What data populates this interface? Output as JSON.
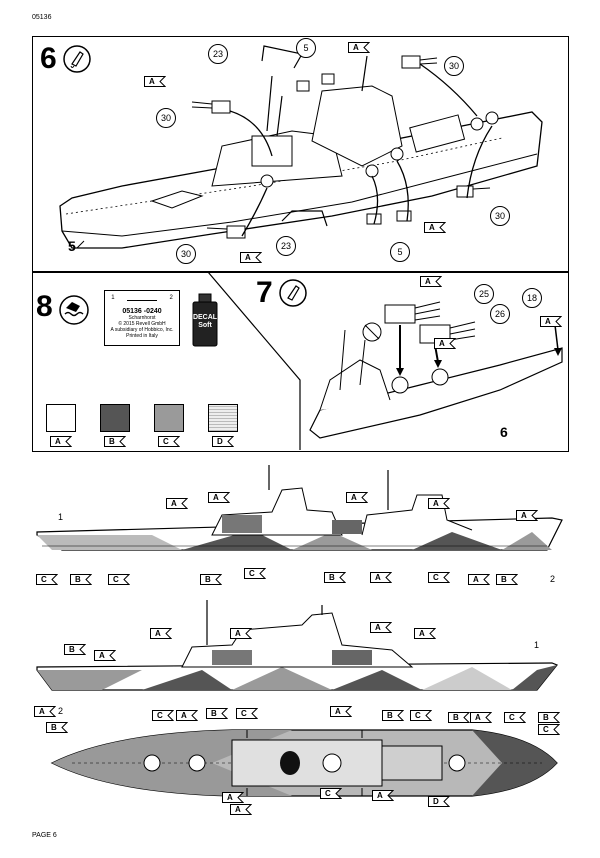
{
  "header": {
    "code": "05136"
  },
  "footer": {
    "page": "PAGE 6"
  },
  "colors": {
    "A": "#ffffff",
    "B": "#555555",
    "C": "#9a9a9a",
    "D": "#d0d0d0",
    "line": "#000000"
  },
  "step6": {
    "number": "6",
    "icon": "glue-icon",
    "hull_part": "5",
    "callouts": [
      "23",
      "5",
      "30",
      "30",
      "30",
      "30",
      "23",
      "5"
    ],
    "flags": [
      "A",
      "A",
      "A",
      "A"
    ]
  },
  "step7": {
    "number": "7",
    "icon": "glue-icon",
    "hull_part": "6",
    "callouts": [
      "25",
      "26",
      "18"
    ],
    "flags": [
      "A",
      "A",
      "A"
    ]
  },
  "step8": {
    "number": "8",
    "icon": "decal-water-icon",
    "decal_card": {
      "line1": "05136 -0240",
      "line2": "Scharnhorst",
      "line3": "© 2015 Revell GmbH",
      "line4": "A subsidiary of Hobbico, Inc.",
      "line5": "Printed in Italy",
      "num1": "1",
      "num2": "2"
    },
    "decal_soft": {
      "line1": "DECAL",
      "line2": "Soft"
    },
    "swatches": [
      "A",
      "B",
      "C",
      "D"
    ]
  },
  "profile_top": {
    "numbers": [
      "1",
      "2"
    ],
    "flags_top": [
      "A",
      "A",
      "A",
      "A",
      "A"
    ],
    "flags_bottom": [
      "C",
      "B",
      "C",
      "B",
      "C",
      "B",
      "A",
      "C",
      "A",
      "B"
    ]
  },
  "profile_bottom": {
    "numbers": [
      "2",
      "1"
    ],
    "flags_top": [
      "A",
      "A",
      "A",
      "A",
      "B",
      "A"
    ],
    "flags_bottom": [
      "A",
      "C",
      "B",
      "C",
      "A",
      "B",
      "C",
      "B",
      "A",
      "C",
      "B",
      "C"
    ]
  },
  "deck_view": {
    "flags": [
      "B",
      "A",
      "A",
      "C",
      "A",
      "A",
      "D"
    ]
  }
}
